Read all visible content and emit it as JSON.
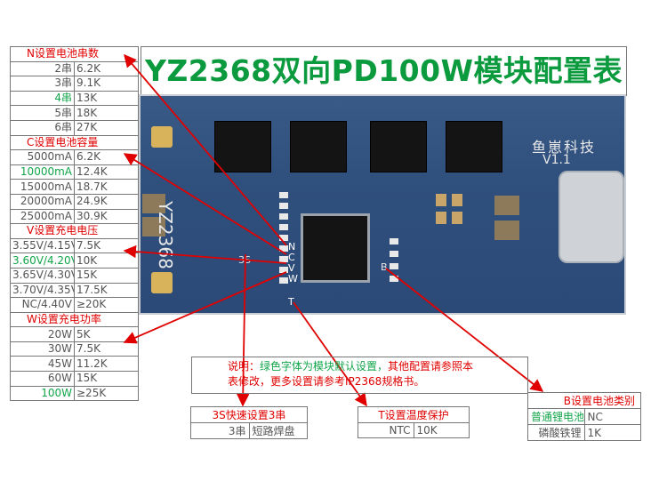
{
  "title": "YZ2368双向PD100W模块配置表",
  "n_table": {
    "header": "N设置电池串数",
    "rows": [
      {
        "k": "2串",
        "v": "6.2K",
        "default": false
      },
      {
        "k": "3串",
        "v": "9.1K",
        "default": false
      },
      {
        "k": "4串",
        "v": "13K",
        "default": true
      },
      {
        "k": "5串",
        "v": "18K",
        "default": false
      },
      {
        "k": "6串",
        "v": "27K",
        "default": false
      }
    ]
  },
  "c_table": {
    "header": "C设置电池容量",
    "rows": [
      {
        "k": "5000mA",
        "v": "6.2K",
        "default": false
      },
      {
        "k": "10000mA",
        "v": "12.4K",
        "default": true
      },
      {
        "k": "15000mA",
        "v": "18.7K",
        "default": false
      },
      {
        "k": "20000mA",
        "v": "24.9K",
        "default": false
      },
      {
        "k": "25000mA",
        "v": "30.9K",
        "default": false
      }
    ]
  },
  "v_table": {
    "header": "V设置充电电压",
    "rows": [
      {
        "k": "3.55V/4.15V",
        "v": "7.5K",
        "default": false
      },
      {
        "k": "3.60V/4.20V",
        "v": "10K",
        "default": true
      },
      {
        "k": "3.65V/4.30V",
        "v": "15K",
        "default": false
      },
      {
        "k": "3.70V/4.35V",
        "v": "17.5K",
        "default": false
      },
      {
        "k": "NC/4.40V",
        "v": "≥20K",
        "default": false
      }
    ]
  },
  "w_table": {
    "header": "W设置充电功率",
    "rows": [
      {
        "k": "20W",
        "v": "5K",
        "default": false
      },
      {
        "k": "30W",
        "v": "7.5K",
        "default": false
      },
      {
        "k": "45W",
        "v": "11.2K",
        "default": false
      },
      {
        "k": "60W",
        "v": "15K",
        "default": false
      },
      {
        "k": "100W",
        "v": "≥25K",
        "default": true
      }
    ]
  },
  "board": {
    "brand": "鱼崽科技",
    "version": "V1.1",
    "model": "YZ2368",
    "label_3s": "3S",
    "pin_labels": [
      "N",
      "C",
      "V",
      "W",
      "T"
    ],
    "pin_b": "B"
  },
  "note": {
    "prefix": "说明：",
    "green": "绿色字体为模块默认设置，",
    "line1_rest": "其他配置请参照本",
    "line2": "表修改，更多设置请参考IP2368规格书。"
  },
  "s3_table": {
    "header": "3S快速设置3串",
    "k": "3串",
    "v": "短路焊盘"
  },
  "t_table": {
    "header": "T设置温度保护",
    "k": "NTC",
    "v": "10K"
  },
  "b_table": {
    "header": "B设置电池类别",
    "rows": [
      {
        "k": "普通锂电池",
        "v": "NC",
        "default": true
      },
      {
        "k": "磷酸铁锂",
        "v": "1K",
        "default": false
      }
    ]
  },
  "colors": {
    "accent_red": "#e00000",
    "default_green": "#12a54a",
    "pcb_blue": "#33527f"
  }
}
